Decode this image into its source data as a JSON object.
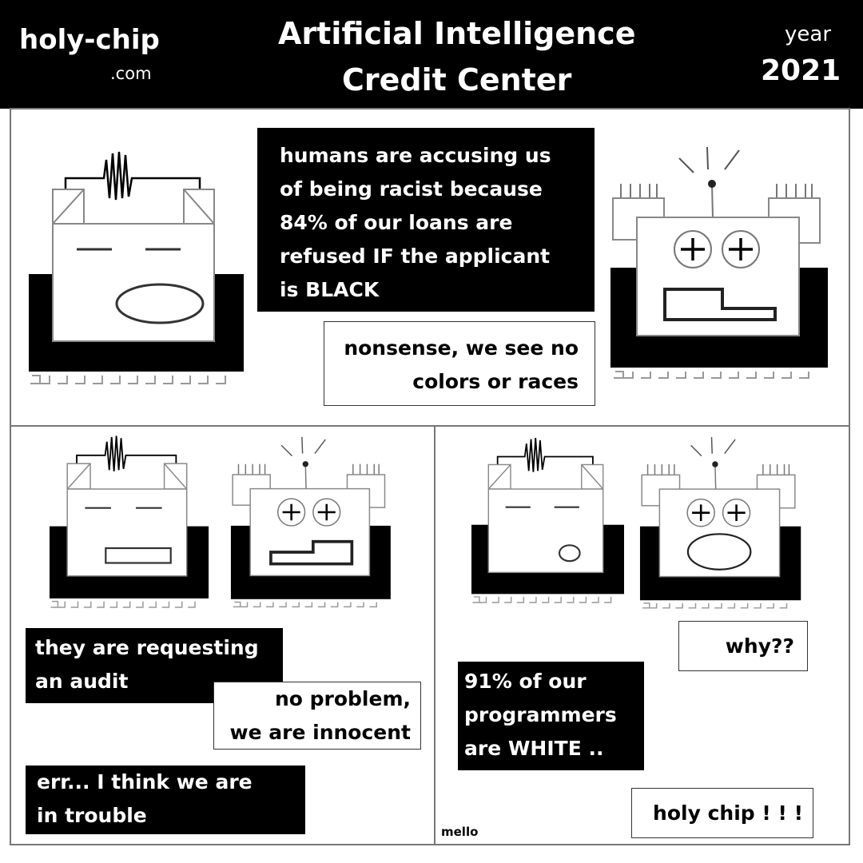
{
  "header": {
    "site": "holy-chip",
    "site_suffix": ".com",
    "title_line1": "Artificial Intelligence",
    "title_line2": "Credit Center",
    "year_label": "year",
    "year": "2021"
  },
  "panel1": {
    "bubble_left": [
      "humans are accusing us",
      "of being racist because",
      "84% of our loans are",
      "refused IF the applicant",
      "is BLACK"
    ],
    "bubble_right": [
      "nonsense, we see no",
      "colors or races"
    ]
  },
  "panel2": {
    "bubble1": [
      "they are requesting",
      "an audit"
    ],
    "bubble2": [
      "no problem,",
      "we are innocent"
    ],
    "bubble3": [
      "err... I think we are",
      "in trouble"
    ]
  },
  "panel3": {
    "bubble1": "why??",
    "bubble2": [
      "91% of our",
      "programmers",
      "are WHITE .."
    ],
    "bubble3": "holy chip ! ! !"
  },
  "signature": "mello"
}
